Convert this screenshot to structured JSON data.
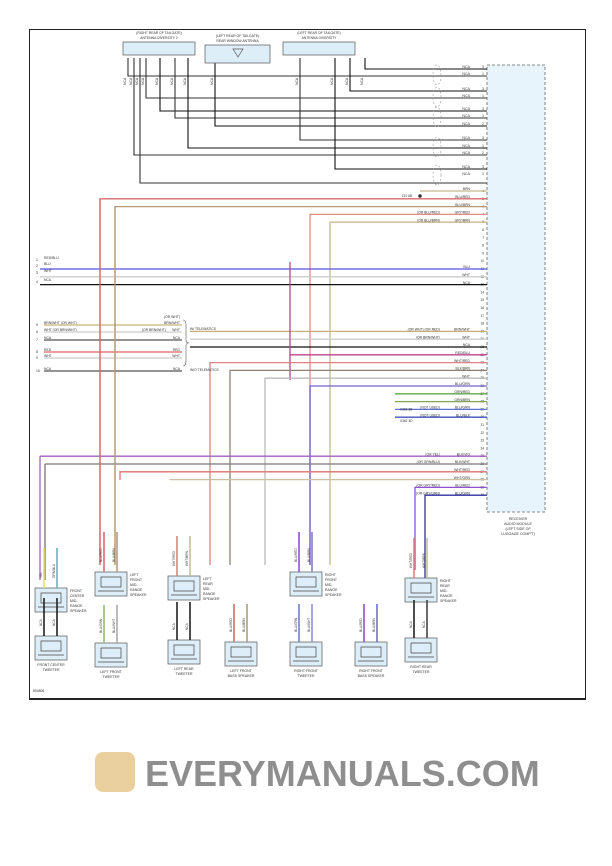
{
  "figure_id": "804808",
  "watermark": "EVERYMANUALS.COM",
  "antennas": [
    {
      "id": "ant-div2",
      "label1": "(RIGHT REAR OF TAILGATE)",
      "label2": "ANTENNA DIVERSITY 2"
    },
    {
      "id": "ant-rear",
      "label1": "(LEFT REAR OF TAILGATE)",
      "label2": "REAR WINDOW ANTENNA"
    },
    {
      "id": "ant-div",
      "label1": "(LEFT REAR OF TAILGATE)",
      "label2": "ANTENNA DIVERSITY"
    }
  ],
  "antenna_wire_label": "NCA",
  "receiver": {
    "label": [
      "RECEIVER",
      "AUDIO MODULE",
      "(LEFT SIDE OF",
      "LUGGAGE COMP'T)"
    ],
    "antenna_pins": [
      {
        "pin": "3",
        "label": "NCA"
      },
      {
        "pin": "1",
        "label": "NCA"
      },
      {
        "pin": "3",
        "label": "NCA"
      },
      {
        "pin": "1",
        "label": "NCA"
      },
      {
        "pin": "3",
        "label": "NCA"
      },
      {
        "pin": "1",
        "label": "NCA"
      },
      {
        "pin": "2",
        "label": "NCA"
      },
      {
        "pin": "3",
        "label": "NCA"
      },
      {
        "pin": "1",
        "label": "NCA"
      },
      {
        "pin": "2",
        "label": "NCA"
      },
      {
        "pin": "3",
        "label": "NCA"
      },
      {
        "pin": "1",
        "label": "NCA"
      }
    ],
    "pins": [
      {
        "pin": 1,
        "label": "BRN",
        "note": "",
        "color": "#c8b48a"
      },
      {
        "pin": 2,
        "label": "BLU/RED",
        "note": "",
        "color": "#d86a6a"
      },
      {
        "pin": 3,
        "label": "BLU/BRN",
        "note": "",
        "color": "#b89a78"
      },
      {
        "pin": 4,
        "label": "GRY/RED",
        "note": "(OR BLU/RED)",
        "color": "#e28a8a"
      },
      {
        "pin": 5,
        "label": "GRY/BRN",
        "note": "(OR BLU/BRN)",
        "color": "#c8b890"
      },
      {
        "pin": 6,
        "label": "",
        "note": "",
        "color": ""
      },
      {
        "pin": 7,
        "label": "",
        "note": "",
        "color": ""
      },
      {
        "pin": 8,
        "label": "",
        "note": "",
        "color": ""
      },
      {
        "pin": 9,
        "label": "",
        "note": "",
        "color": ""
      },
      {
        "pin": 10,
        "label": "",
        "note": "",
        "color": ""
      },
      {
        "pin": 11,
        "label": "BLU",
        "note": "",
        "color": "#5555e0"
      },
      {
        "pin": 12,
        "label": "WHT",
        "note": "",
        "color": "#cccccc"
      },
      {
        "pin": 13,
        "label": "NCA",
        "note": "",
        "color": "#111111"
      },
      {
        "pin": 14,
        "label": "",
        "note": "",
        "color": ""
      },
      {
        "pin": 15,
        "label": "",
        "note": "",
        "color": ""
      },
      {
        "pin": 16,
        "label": "",
        "note": "",
        "color": ""
      },
      {
        "pin": 17,
        "label": "",
        "note": "",
        "color": ""
      },
      {
        "pin": 18,
        "label": "",
        "note": "",
        "color": ""
      },
      {
        "pin": 19,
        "label": "BRN/WHT",
        "note": "(OR WHT)   (OR RED)",
        "color": "#c8b070"
      },
      {
        "pin": 20,
        "label": "WHT",
        "note": "(OR BRN/WHT)",
        "color": "#cccccc"
      },
      {
        "pin": 21,
        "label": "NCA",
        "note": "",
        "color": "#111111"
      },
      {
        "pin": 22,
        "label": "RED/BLU",
        "note": "",
        "color": "#c04090"
      },
      {
        "pin": 23,
        "label": "WHT/RED",
        "note": "",
        "color": "#e08080"
      },
      {
        "pin": 24,
        "label": "BLK/BRN",
        "note": "",
        "color": "#908070"
      },
      {
        "pin": 25,
        "label": "WHT",
        "note": "",
        "color": "#bbbbbb"
      },
      {
        "pin": 26,
        "label": "BLU/GRN",
        "note": "",
        "color": "#7060d0"
      },
      {
        "pin": 27,
        "label": "GRN/RED",
        "note": "",
        "color": "#60a840"
      },
      {
        "pin": 28,
        "label": "GRN/BRN",
        "note": "",
        "color": "#80a850"
      },
      {
        "pin": 29,
        "label": "BLU/GRN",
        "note": "(NOT USED)",
        "color": "#6070d0"
      },
      {
        "pin": 30,
        "label": "BLU/BLK",
        "note": "(NOT USED)",
        "color": "#4050c0"
      },
      {
        "pin": 31,
        "label": "",
        "note": "",
        "color": ""
      },
      {
        "pin": 32,
        "label": "",
        "note": "",
        "color": ""
      },
      {
        "pin": 33,
        "label": "",
        "note": "",
        "color": ""
      },
      {
        "pin": 34,
        "label": "",
        "note": "",
        "color": ""
      },
      {
        "pin": 35,
        "label": "BLK/VIO",
        "note": "(OR YEL)",
        "color": "#a060c0"
      },
      {
        "pin": 36,
        "label": "BLK/WHT",
        "note": "(OR GRN/BLU)",
        "color": "#777777"
      },
      {
        "pin": 37,
        "label": "WHT/RED",
        "note": "",
        "color": "#e07070"
      },
      {
        "pin": 38,
        "label": "WHT/GRN",
        "note": "",
        "color": "#c8c0a0"
      },
      {
        "pin": 39,
        "label": "BLU/RED",
        "note": "(OR GRY/RED)",
        "color": "#9050d0"
      },
      {
        "pin": 40,
        "label": "BLU/GRN",
        "note": "(OR GRY/GRN)",
        "color": "#3030a0"
      }
    ],
    "splice_labels": [
      "Z10 6B",
      "X362 3B",
      "X362 3D"
    ]
  },
  "left_connector": {
    "rows": [
      {
        "pin": "1",
        "label": "RED/BLU",
        "color": "#c04090"
      },
      {
        "pin": "2",
        "label": "BLU",
        "color": "#5555e0"
      },
      {
        "pin": "3",
        "label": "WHT",
        "color": "#cccccc"
      },
      {
        "pin": "4",
        "label": "NCA",
        "color": "#111111"
      },
      {
        "pin": "5",
        "label": "BRN/WHT   (OR WHT)",
        "right": "BRN/WHT",
        "color": "#c8b070"
      },
      {
        "pin": "6",
        "label": "WHT     (OR BRN/WHT)",
        "right": "WHT",
        "color": "#cccccc"
      },
      {
        "pin": "7",
        "label": "NCA",
        "right": "NCA",
        "color": "#555555"
      },
      {
        "pin": "8",
        "label": "RED",
        "right": "RED",
        "color": "#e06060"
      },
      {
        "pin": "9",
        "label": "WHT",
        "right": "WHT",
        "color": "#cccccc"
      },
      {
        "pin": "10",
        "label": "NCA",
        "right": "NCA",
        "color": "#555555"
      }
    ],
    "w_telematics": "W/ TELEMATICS",
    "wo_telematics": "W/O TELEMATICS",
    "or_wht": "(OR WHT)",
    "or_brn_wht": "(OR BRN/WHT)"
  },
  "speakers": [
    {
      "id": "fc-mid",
      "name": [
        "FRONT",
        "CENTER",
        "MID-",
        "RANGE",
        "SPEAKER"
      ],
      "wires": [
        "YEL",
        "GRN/BLU"
      ]
    },
    {
      "id": "fc-tw",
      "name": [
        "FRONT CENTER",
        "TWEETER"
      ],
      "wires": [
        "NCA",
        "NCA"
      ]
    },
    {
      "id": "lf-mid",
      "name": [
        "LEFT",
        "FRONT",
        "MID-",
        "RANGE",
        "SPEAKER"
      ],
      "wires": [
        "BLU/RED",
        "BLU/BRN"
      ]
    },
    {
      "id": "lf-tw",
      "name": [
        "LEFT FRONT",
        "TWEETER"
      ],
      "wires": [
        "BLU/GRN",
        "BLU/WHT"
      ]
    },
    {
      "id": "lr-mid",
      "name": [
        "LEFT",
        "REAR",
        "MID-",
        "RANGE",
        "SPEAKER"
      ],
      "wires": [
        "WHT/RED",
        "WHT/BRN"
      ]
    },
    {
      "id": "lr-tw",
      "name": [
        "LEFT REAR",
        "TWEETER"
      ],
      "wires": [
        "NCA",
        "NCA"
      ]
    },
    {
      "id": "lf-bass",
      "name": [
        "LEFT FRONT",
        "BASS SPEAKER"
      ],
      "wires": [
        "BLU/RED",
        "BLU/BRN"
      ]
    },
    {
      "id": "rf-mid",
      "name": [
        "RIGHT",
        "FRONT",
        "MID-",
        "RANGE",
        "SPEAKER"
      ],
      "wires": [
        "BLU/RED",
        "BLU/BRN"
      ]
    },
    {
      "id": "rf-tw",
      "name": [
        "RIGHT FRONT",
        "TWEETER"
      ],
      "wires": [
        "BLU/GRN",
        "BLU/WHT"
      ]
    },
    {
      "id": "rf-bass",
      "name": [
        "RIGHT FRONT",
        "BASS SPEAKER"
      ],
      "wires": [
        "BLU/RED",
        "BLU/BRN"
      ]
    },
    {
      "id": "rr-mid",
      "name": [
        "RIGHT",
        "REAR",
        "MID-",
        "RANGE",
        "SPEAKER"
      ],
      "wires": [
        "WHT/RED",
        "WHT/BRN"
      ]
    },
    {
      "id": "rr-tw",
      "name": [
        "RIGHT REAR",
        "TWEETER"
      ],
      "wires": [
        "NCA",
        "NCA"
      ]
    }
  ]
}
